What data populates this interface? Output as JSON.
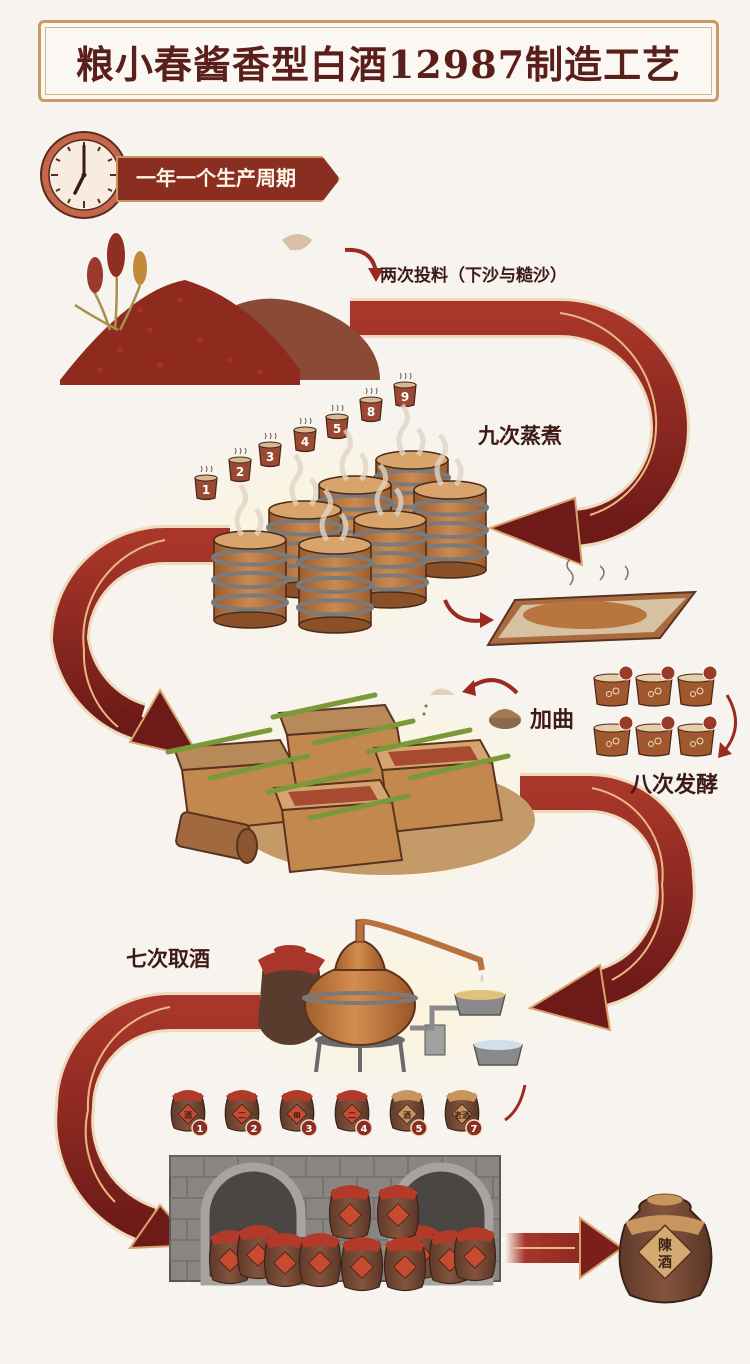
{
  "title": "粮小春酱香型白酒12987制造工艺",
  "cycle_banner": {
    "text": "一年一个生产周期",
    "icon": "clock-icon",
    "clock_time": "7:00"
  },
  "steps": {
    "feeding": {
      "label": "两次投料（下沙与糙沙）",
      "count": 2
    },
    "steaming": {
      "label": "九次蒸煮",
      "count": 9,
      "pot_numbers": [
        "1",
        "2",
        "3",
        "4",
        "5",
        "8",
        "9"
      ]
    },
    "adding_qu": {
      "label": "加曲"
    },
    "fermentation": {
      "label": "八次发酵",
      "count": 8,
      "vessels": 6
    },
    "extraction": {
      "label": "七次取酒",
      "count": 7,
      "jar_numbers": [
        "1",
        "2",
        "3",
        "4",
        "5",
        "7"
      ],
      "jar_marks": [
        "酒",
        "二",
        "Ⅲ",
        "二",
        "酒",
        "老酒"
      ]
    },
    "aging": {
      "label": "陈酒",
      "final_jar_text": "陳酒"
    }
  },
  "colors": {
    "title_text": "#5a1f1a",
    "frame_gold": "#c79a66",
    "arrow_dark": "#7a1f1c",
    "arrow_light": "#a8362a",
    "background": "#f7f4ef",
    "banner": "#8a2e22",
    "wood": "#b87a45",
    "sorghum": "#8e2a1e"
  }
}
